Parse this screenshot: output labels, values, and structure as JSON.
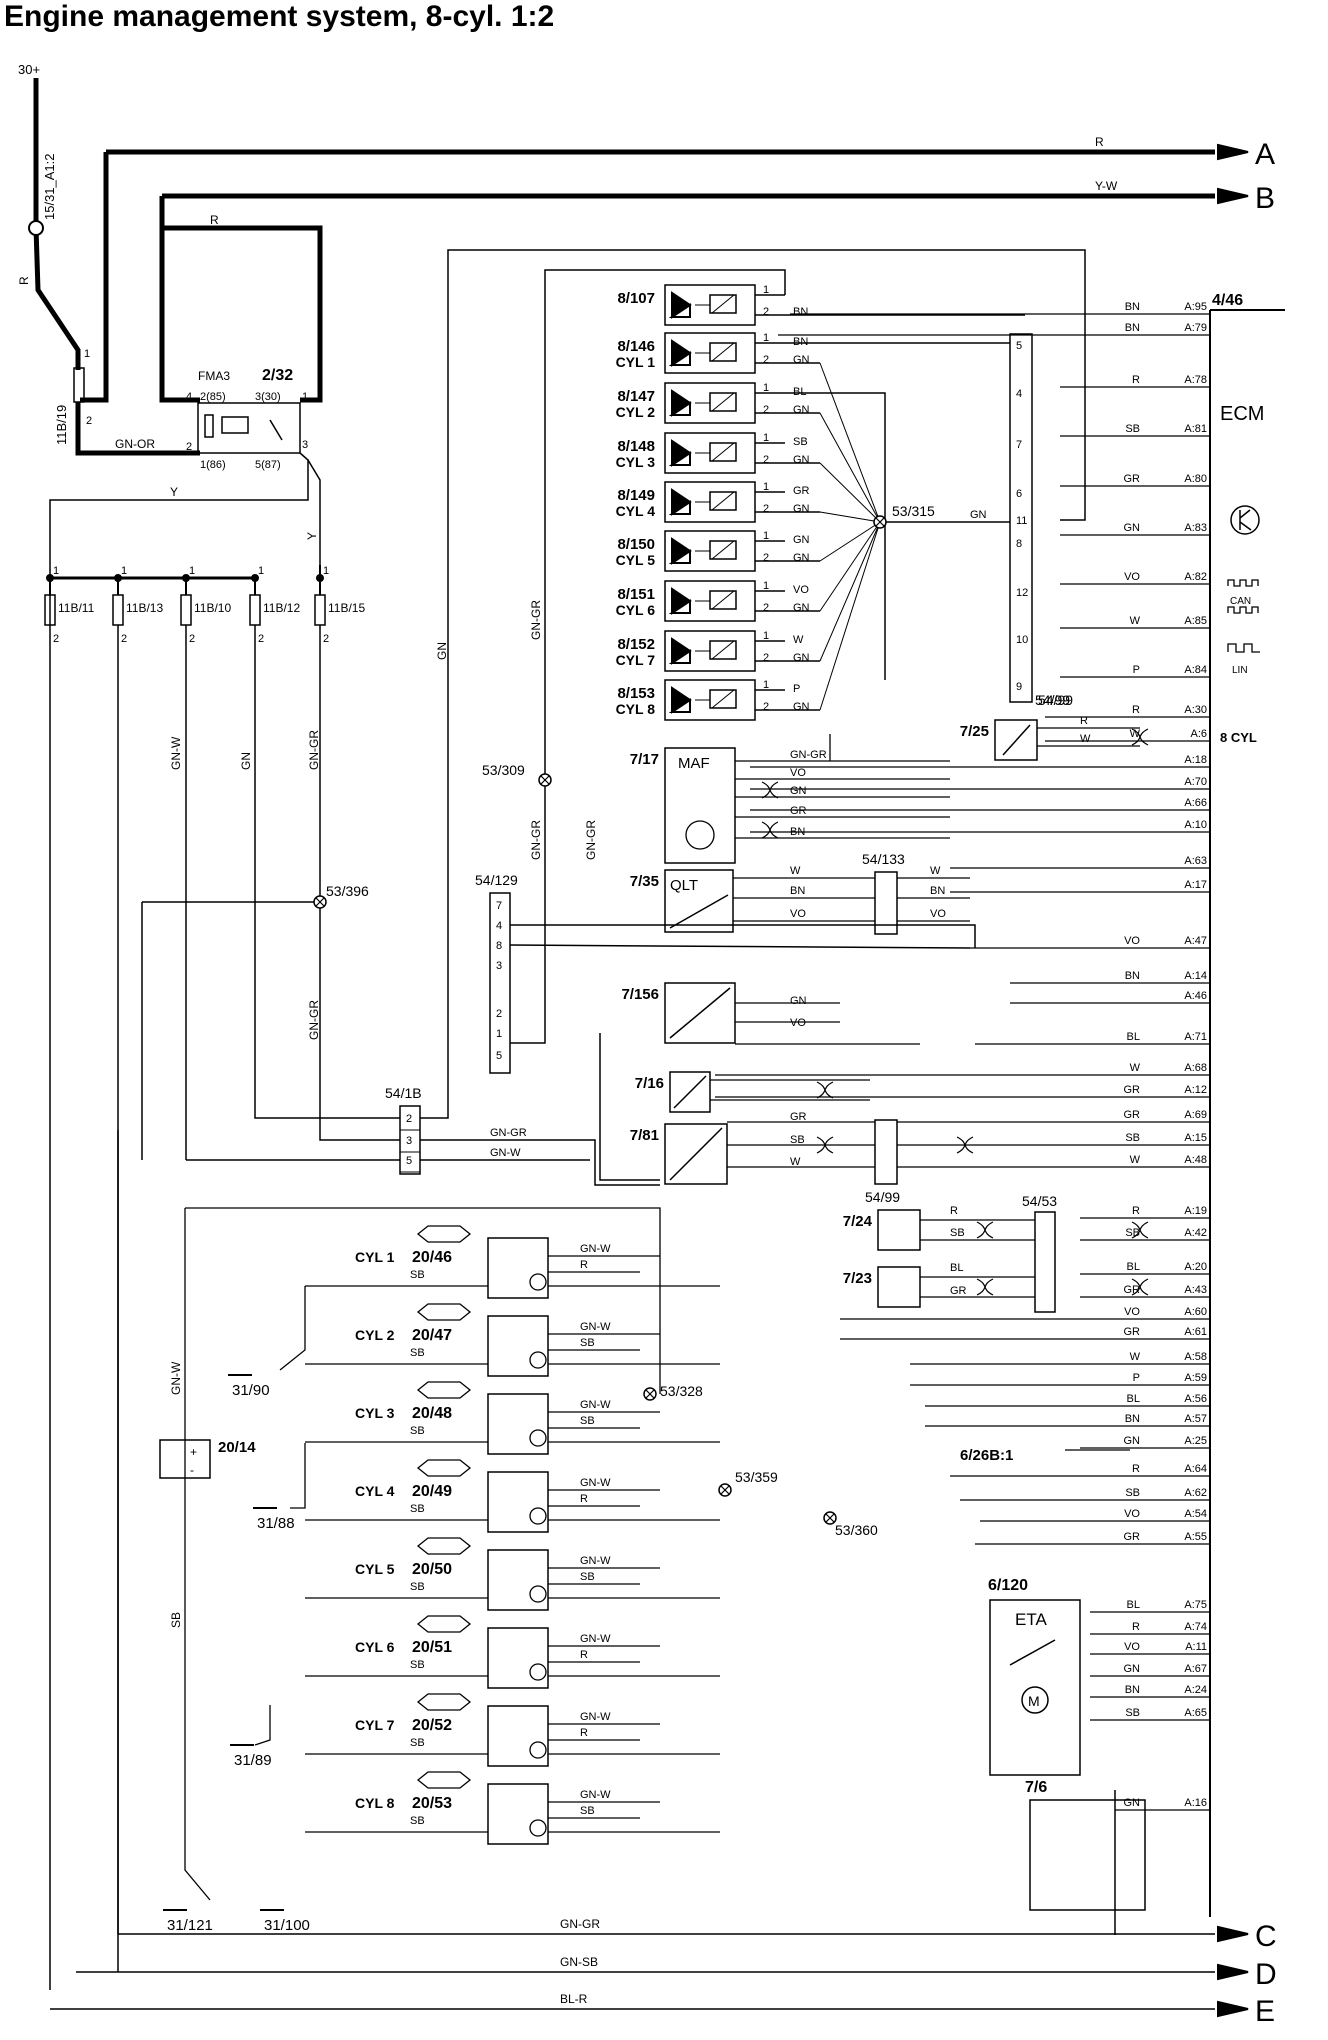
{
  "page": {
    "title": "Engine management system, 8-cyl. 1:2"
  },
  "power": {
    "supply": "30+",
    "ref_vertical": "15/31_A1:2",
    "wire_r": "R",
    "fuse_main": "11B/19"
  },
  "relay": {
    "id": "2/32",
    "label": "FMA3",
    "pin85": "2(85)",
    "pin30": "3(30)",
    "pin86": "1(86)",
    "pin87": "5(87)",
    "p4": "4",
    "p1": "1",
    "p2": "2",
    "p3": "3",
    "wire_in": "GN-OR",
    "wire_out": "Y"
  },
  "fuses": [
    {
      "id": "11B/11",
      "p1": "1",
      "p2": "2"
    },
    {
      "id": "11B/13",
      "p1": "1",
      "p2": "2"
    },
    {
      "id": "11B/10",
      "p1": "1",
      "p2": "2"
    },
    {
      "id": "11B/12",
      "p1": "1",
      "p2": "2"
    },
    {
      "id": "11B/15",
      "p1": "1",
      "p2": "2"
    }
  ],
  "offpage": [
    {
      "letter": "A",
      "wire": "R"
    },
    {
      "letter": "B",
      "wire": "Y-W"
    },
    {
      "letter": "C",
      "wire": "GN-GR"
    },
    {
      "letter": "D",
      "wire": "GN-SB"
    },
    {
      "letter": "E",
      "wire": "BL-R"
    }
  ],
  "ecm": {
    "id": "4/46",
    "label": "ECM",
    "cyl": "8 CYL",
    "can": "CAN",
    "lin": "LIN"
  },
  "injectors": [
    {
      "id": "8/107",
      "cyl": "",
      "w1": "",
      "w2": "BN"
    },
    {
      "id": "8/146",
      "cyl": "CYL 1",
      "w1": "BN",
      "w2": "GN"
    },
    {
      "id": "8/147",
      "cyl": "CYL 2",
      "w1": "BL",
      "w2": "GN"
    },
    {
      "id": "8/148",
      "cyl": "CYL 3",
      "w1": "SB",
      "w2": "GN"
    },
    {
      "id": "8/149",
      "cyl": "CYL 4",
      "w1": "GR",
      "w2": "GN"
    },
    {
      "id": "8/150",
      "cyl": "CYL 5",
      "w1": "GN",
      "w2": "GN"
    },
    {
      "id": "8/151",
      "cyl": "CYL 6",
      "w1": "VO",
      "w2": "GN"
    },
    {
      "id": "8/152",
      "cyl": "CYL 7",
      "w1": "W",
      "w2": "GN"
    },
    {
      "id": "8/153",
      "cyl": "CYL 8",
      "w1": "P",
      "w2": "GN"
    }
  ],
  "connector_54_99_top": {
    "id": "54/99",
    "pins": [
      "5",
      "4",
      "7",
      "6",
      "11",
      "8",
      "12",
      "10",
      "9"
    ]
  },
  "splices": [
    "53/315",
    "53/309",
    "53/396",
    "53/328",
    "53/359",
    "53/360"
  ],
  "ecm_pins": [
    {
      "pin": "A:95",
      "wire": "BN"
    },
    {
      "pin": "A:79",
      "wire": "BN"
    },
    {
      "pin": "A:78",
      "wire": "R"
    },
    {
      "pin": "A:81",
      "wire": "SB"
    },
    {
      "pin": "A:80",
      "wire": "GR"
    },
    {
      "pin": "A:83",
      "wire": "GN"
    },
    {
      "pin": "A:82",
      "wire": "VO"
    },
    {
      "pin": "A:85",
      "wire": "W"
    },
    {
      "pin": "A:84",
      "wire": "P"
    },
    {
      "pin": "A:30",
      "wire": "R"
    },
    {
      "pin": "A:6",
      "wire": "W"
    },
    {
      "pin": "A:18",
      "wire": ""
    },
    {
      "pin": "A:70",
      "wire": ""
    },
    {
      "pin": "A:66",
      "wire": ""
    },
    {
      "pin": "A:10",
      "wire": ""
    },
    {
      "pin": "A:63",
      "wire": ""
    },
    {
      "pin": "A:17",
      "wire": ""
    },
    {
      "pin": "A:47",
      "wire": "VO"
    },
    {
      "pin": "A:14",
      "wire": "BN"
    },
    {
      "pin": "A:46",
      "wire": ""
    },
    {
      "pin": "A:71",
      "wire": "BL"
    },
    {
      "pin": "A:68",
      "wire": "W"
    },
    {
      "pin": "A:12",
      "wire": "GR"
    },
    {
      "pin": "A:69",
      "wire": "GR"
    },
    {
      "pin": "A:15",
      "wire": "SB"
    },
    {
      "pin": "A:48",
      "wire": "W"
    },
    {
      "pin": "A:19",
      "wire": "R"
    },
    {
      "pin": "A:42",
      "wire": "SB"
    },
    {
      "pin": "A:20",
      "wire": "BL"
    },
    {
      "pin": "A:43",
      "wire": "GR"
    },
    {
      "pin": "A:60",
      "wire": "VO"
    },
    {
      "pin": "A:61",
      "wire": "GR"
    },
    {
      "pin": "A:58",
      "wire": "W"
    },
    {
      "pin": "A:59",
      "wire": "P"
    },
    {
      "pin": "A:56",
      "wire": "BL"
    },
    {
      "pin": "A:57",
      "wire": "BN"
    },
    {
      "pin": "A:25",
      "wire": "GN"
    },
    {
      "pin": "A:64",
      "wire": "R"
    },
    {
      "pin": "A:62",
      "wire": "SB"
    },
    {
      "pin": "A:54",
      "wire": "VO"
    },
    {
      "pin": "A:55",
      "wire": "GR"
    },
    {
      "pin": "A:75",
      "wire": "BL"
    },
    {
      "pin": "A:74",
      "wire": "R"
    },
    {
      "pin": "A:11",
      "wire": "VO"
    },
    {
      "pin": "A:67",
      "wire": "GN"
    },
    {
      "pin": "A:24",
      "wire": "BN"
    },
    {
      "pin": "A:65",
      "wire": "SB"
    },
    {
      "pin": "A:16",
      "wire": "GN"
    }
  ],
  "sensors": {
    "s725": {
      "id": "7/25",
      "conn": "54/99",
      "w1": "R",
      "w2": "W"
    },
    "s717": {
      "id": "7/17",
      "maf": "MAF",
      "wires": [
        "GN-GR",
        "VO",
        "GN",
        "GR",
        "BN"
      ]
    },
    "s735": {
      "id": "7/35",
      "qlt": "QLT",
      "conn": "54/133",
      "wires": [
        "W",
        "BN",
        "VO"
      ]
    },
    "s7156": {
      "id": "7/156",
      "wires": [
        "GN",
        "VO"
      ]
    },
    "s716": {
      "id": "7/16"
    },
    "s781": {
      "id": "7/81",
      "wires": [
        "GR",
        "SB",
        "W"
      ]
    },
    "s724": {
      "id": "7/24",
      "conn": "54/99",
      "w1": "R",
      "w2": "SB"
    },
    "s723": {
      "id": "7/23",
      "conn": "54/53",
      "w1": "BL",
      "w2": "GR"
    },
    "c54129": {
      "id": "54/129",
      "pins": [
        "7",
        "4",
        "8",
        "3",
        "2",
        "1",
        "5"
      ]
    },
    "c541b": {
      "id": "54/1B",
      "pins": [
        "2",
        "3",
        "5"
      ],
      "w2": "GN-GR",
      "w5": "GN-W"
    }
  },
  "coils": [
    {
      "cyl": "CYL 1",
      "id": "20/46",
      "w1": "GN-W",
      "w2": "R",
      "w3": "SB"
    },
    {
      "cyl": "CYL 2",
      "id": "20/47",
      "w1": "GN-W",
      "w2": "SB",
      "w3": "SB"
    },
    {
      "cyl": "CYL 3",
      "id": "20/48",
      "w1": "GN-W",
      "w2": "SB",
      "w3": "SB"
    },
    {
      "cyl": "CYL 4",
      "id": "20/49",
      "w1": "GN-W",
      "w2": "R",
      "w3": "SB"
    },
    {
      "cyl": "CYL 5",
      "id": "20/50",
      "w1": "GN-W",
      "w2": "SB",
      "w3": "SB"
    },
    {
      "cyl": "CYL 6",
      "id": "20/51",
      "w1": "GN-W",
      "w2": "R",
      "w3": "SB"
    },
    {
      "cyl": "CYL 7",
      "id": "20/52",
      "w1": "GN-W",
      "w2": "R",
      "w3": "SB"
    },
    {
      "cyl": "CYL 8",
      "id": "20/53",
      "w1": "GN-W",
      "w2": "SB",
      "w3": "SB"
    }
  ],
  "grounds": [
    "31/90",
    "31/88",
    "31/89",
    "31/121",
    "31/100"
  ],
  "capacitor": {
    "id": "20/14",
    "plus": "+",
    "minus": "-"
  },
  "eta": {
    "id": "6/120",
    "label": "ETA",
    "m": "M"
  },
  "brake": {
    "id": "7/6"
  },
  "misc": {
    "ref_626b": "6/26B:1"
  },
  "wire_labels": {
    "gn": "GN",
    "gngr": "GN-GR",
    "gnw": "GN-W",
    "sb": "SB",
    "y": "Y",
    "r": "R",
    "bn": "BN"
  }
}
